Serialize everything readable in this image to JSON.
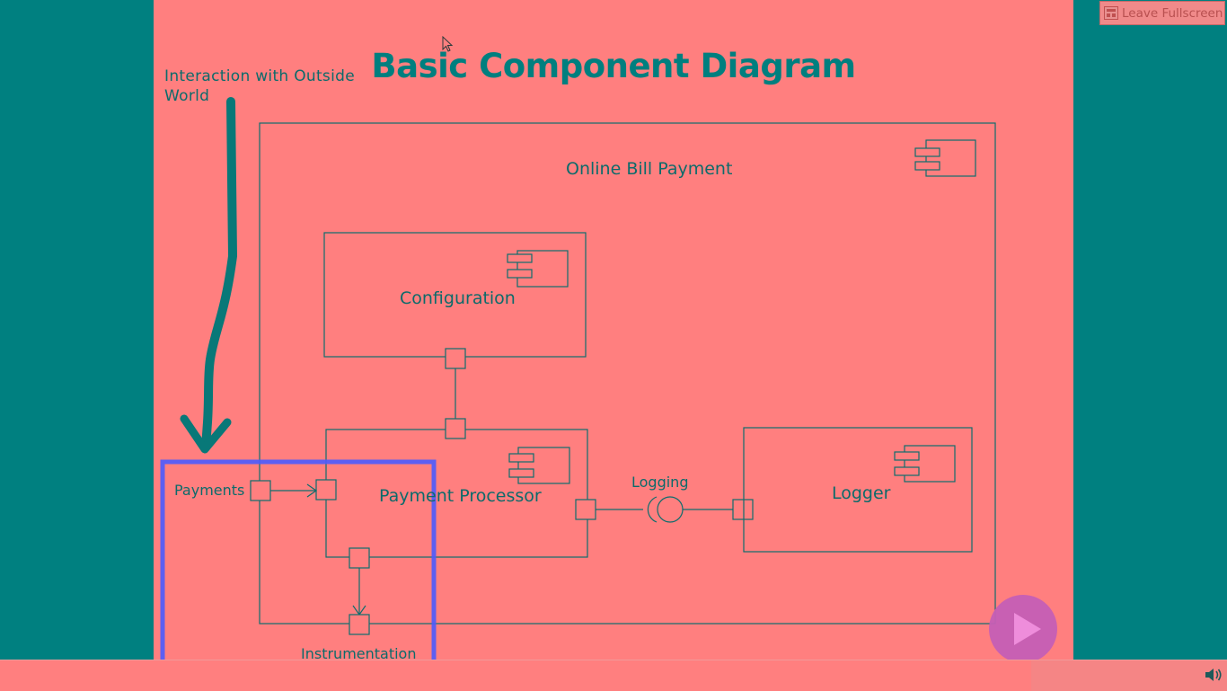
{
  "slide": {
    "title": "Basic Component Diagram",
    "annotation": "Interaction with Outside World"
  },
  "diagram": {
    "system": "Online Bill Payment",
    "components": {
      "configuration": "Configuration",
      "payment_processor": "Payment Processor",
      "logger": "Logger"
    },
    "interfaces": {
      "logging": "Logging",
      "payments": "Payments",
      "instrumentation": "Instrumentation"
    }
  },
  "controls": {
    "leave_fullscreen": "Leave Fullscreen"
  },
  "colors": {
    "slide_background": "#ff7f7f",
    "stage_background": "#008080",
    "teal_ink": "#007f7f",
    "highlight_border": "#4b5cff",
    "play_button": "#c65fb6"
  },
  "icons": [
    "component-icon",
    "play-icon",
    "volume-icon",
    "leave-fullscreen-icon",
    "mouse-cursor-icon"
  ]
}
